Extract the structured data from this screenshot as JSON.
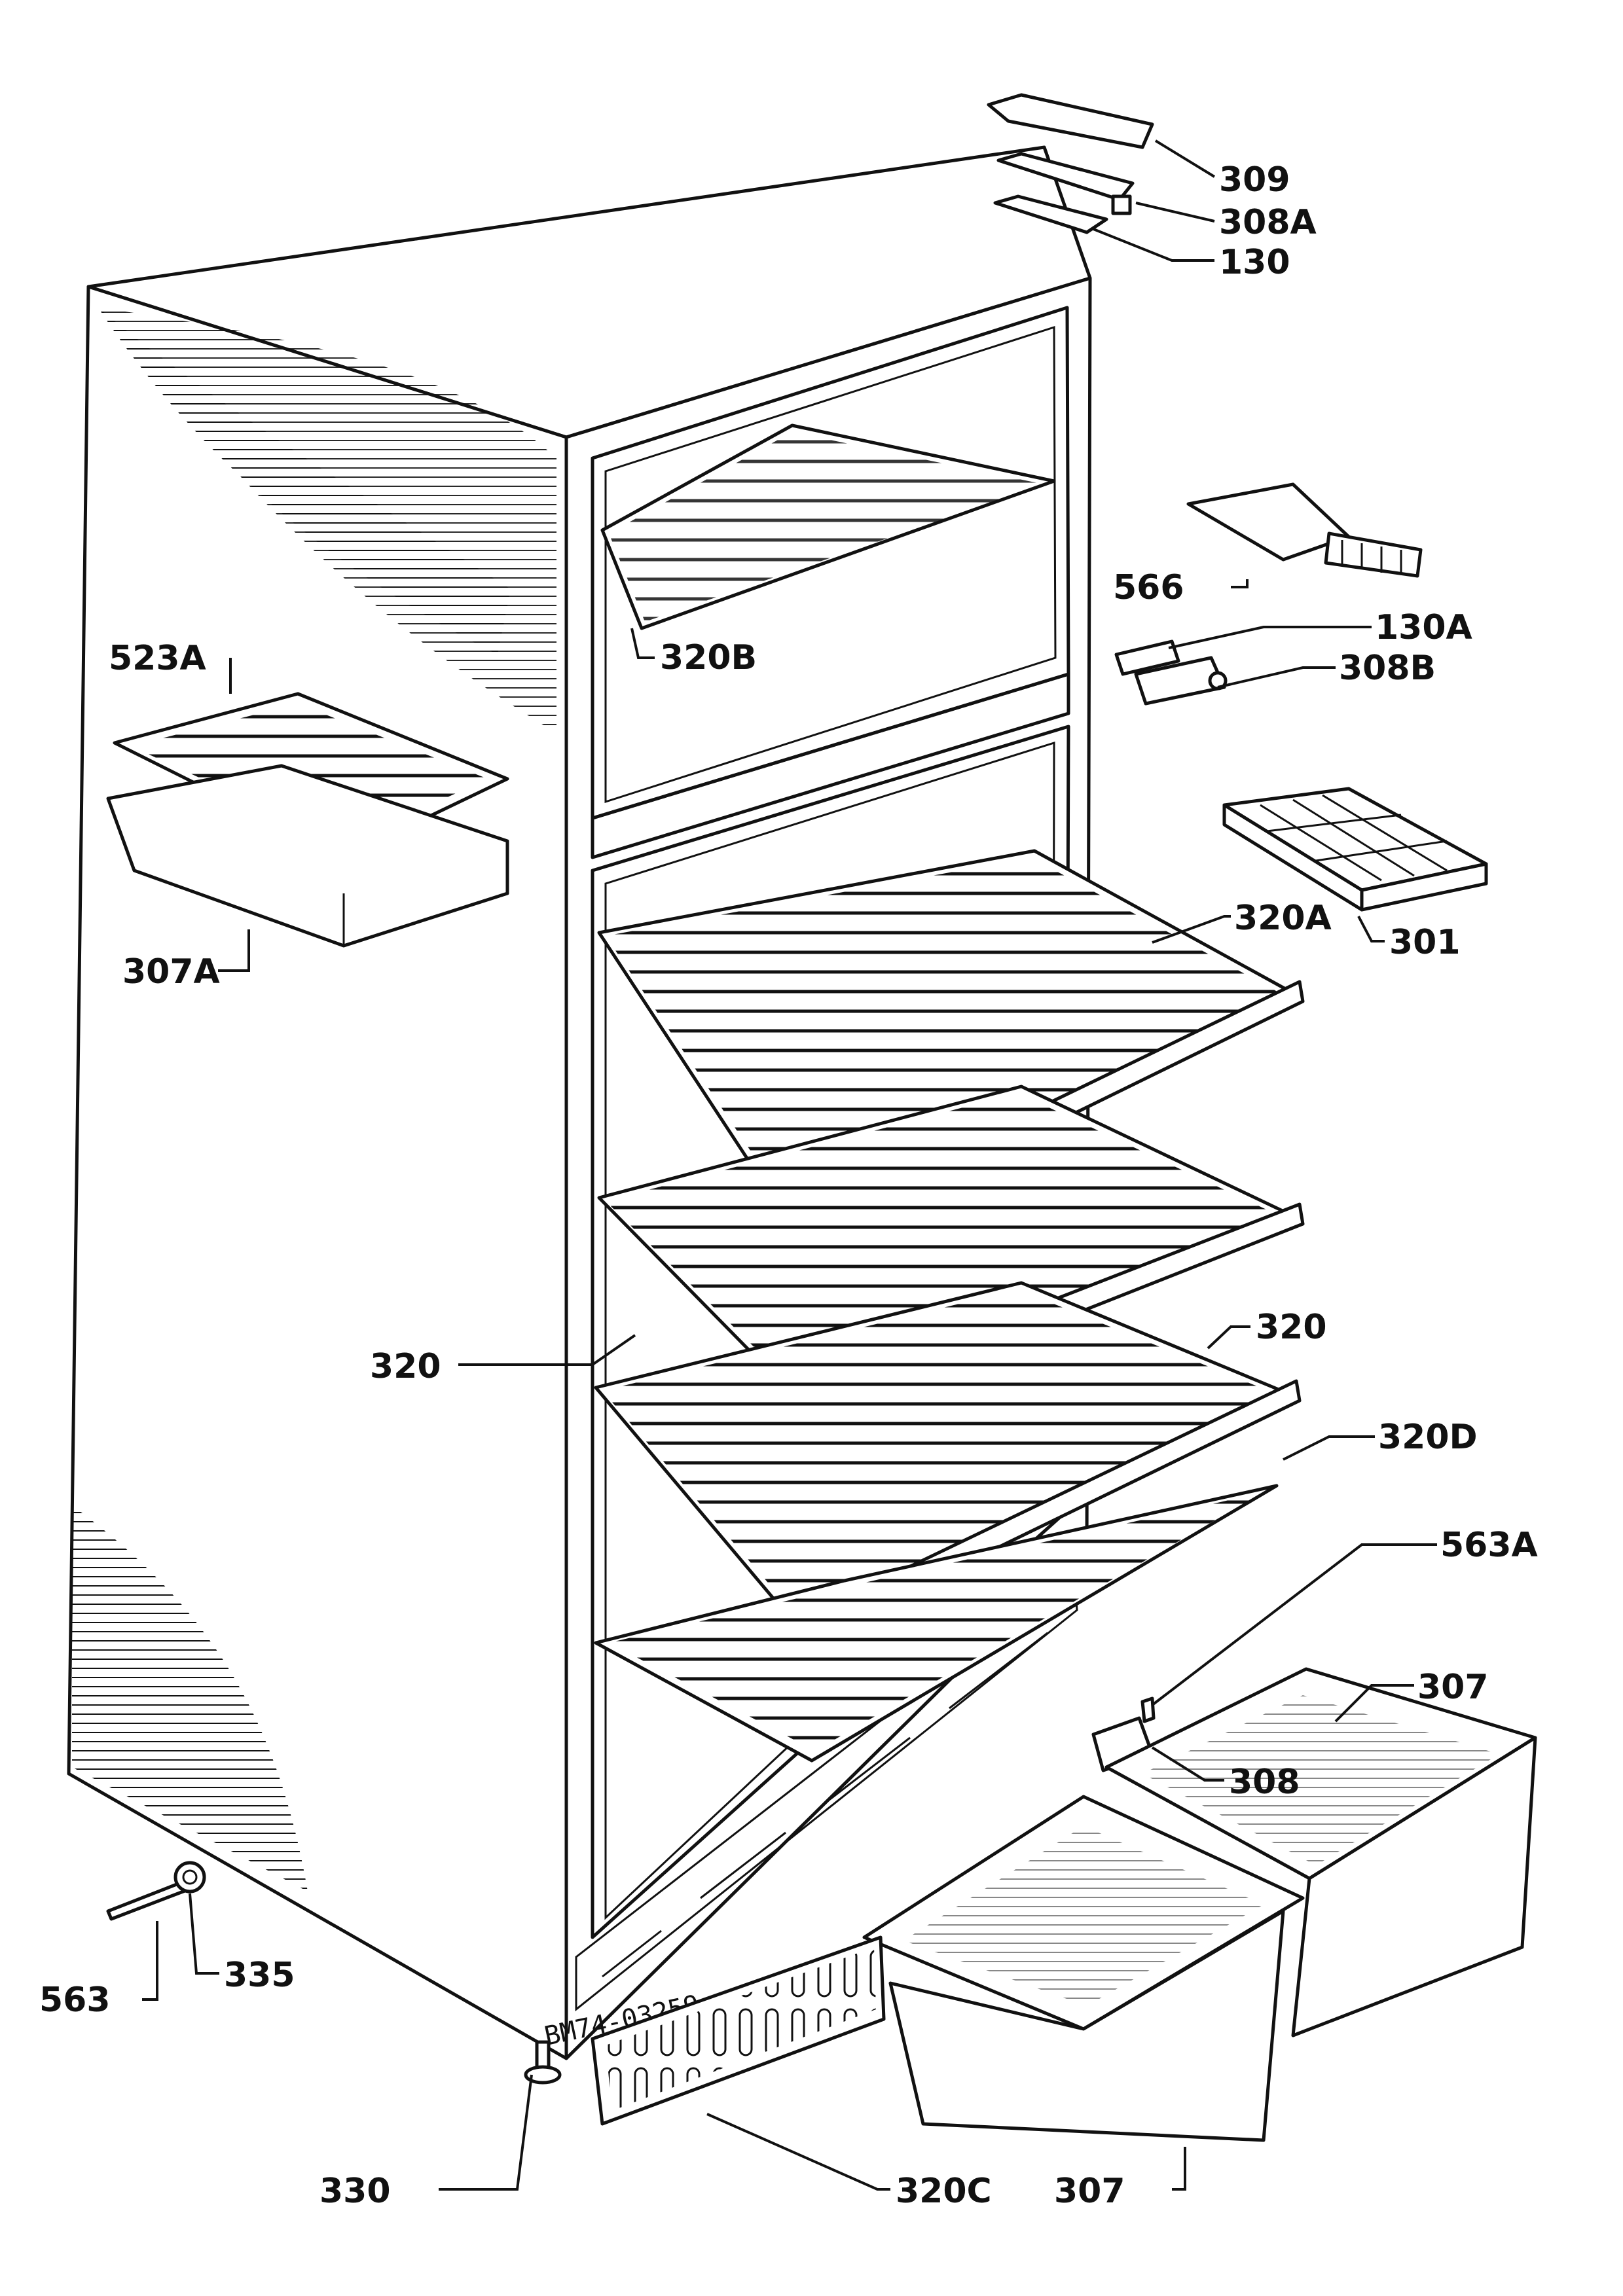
{
  "stamp": "BM74-03259",
  "labels": {
    "l309": "309",
    "l308A": "308A",
    "l130": "130",
    "l566": "566",
    "l130A": "130A",
    "l308B": "308B",
    "l320B": "320B",
    "l523A": "523A",
    "l307A": "307A",
    "l320A": "320A",
    "l301": "301",
    "l320_left": "320",
    "l320_right": "320",
    "l320D": "320D",
    "l563A": "563A",
    "l307_top": "307",
    "l308": "308",
    "l563": "563",
    "l335": "335",
    "l330": "330",
    "l320C": "320C",
    "l307_bottom": "307"
  }
}
